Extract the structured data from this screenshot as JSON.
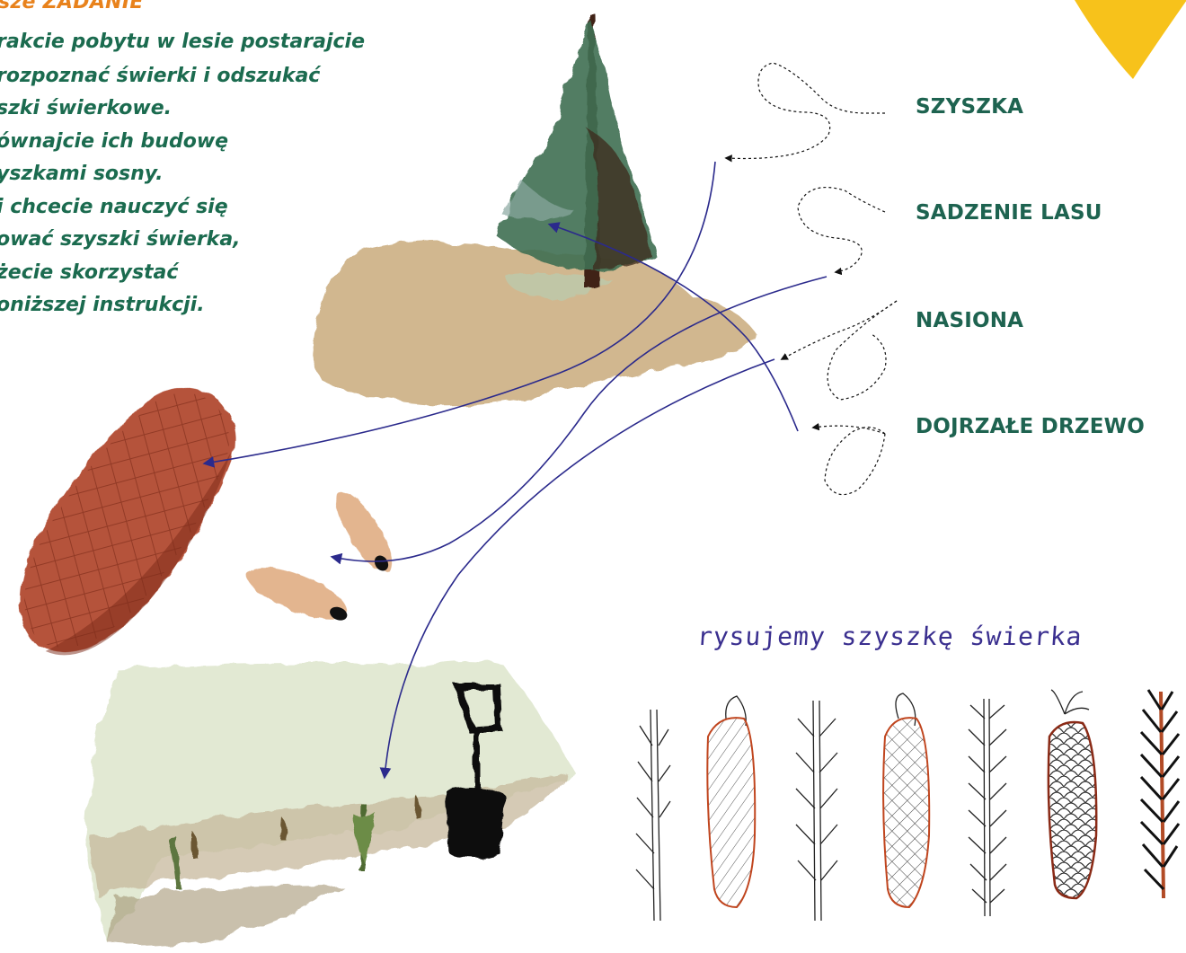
{
  "task": {
    "title": "sze ZADANIE",
    "lines": [
      "rakcie pobytu w lesie postarajcie",
      "rozpoznać świerki i odszukać",
      "szki świerkowe.",
      "ównajcie ich budowę",
      "yszkami sosny.",
      "i chcecie nauczyć się",
      "ować szyszki świerka,",
      "żecie skorzystać",
      "oniższej instrukcji."
    ]
  },
  "cycle_labels": {
    "cone": "SZYSZKA",
    "planting": "SADZENIE LASU",
    "seeds": "NASIONA",
    "mature_tree": "DOJRZAŁE DRZEWO"
  },
  "drawing_heading": "rysujemy szyszkę świerka",
  "colors": {
    "title_orange": "#e8821c",
    "text_green": "#1b6b4f",
    "label_green": "#1e6350",
    "arrow_blue": "#2b2a8c",
    "sun_yellow": "#f7c21b",
    "cone_brown": "#a6472c",
    "heading_violet": "#3a2f8f"
  }
}
